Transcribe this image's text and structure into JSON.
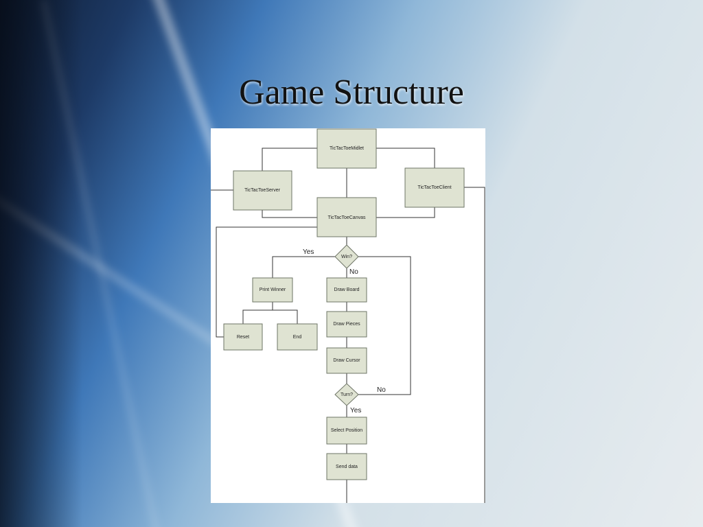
{
  "slide": {
    "title": "Game Structure"
  },
  "diagram": {
    "nodes": {
      "midlet": "TicTacToeMidlet",
      "server": "TicTacToeServer",
      "client": "TicTacToeClient",
      "canvas": "TicTacToeCanvas",
      "win": "Win?",
      "print_winner": "Print Winner",
      "draw_board": "Draw Board",
      "reset": "Reset",
      "end": "End",
      "draw_pieces": "Draw Pieces",
      "draw_cursor": "Draw Cursor",
      "turn": "Turn?",
      "select_position": "Select Position",
      "send_data": "Send data"
    },
    "edge_labels": {
      "win_yes": "Yes",
      "win_no": "No",
      "turn_no": "No",
      "turn_yes": "Yes"
    },
    "colors": {
      "box_fill": "#dfe3d2",
      "box_stroke": "#6e7466"
    }
  }
}
